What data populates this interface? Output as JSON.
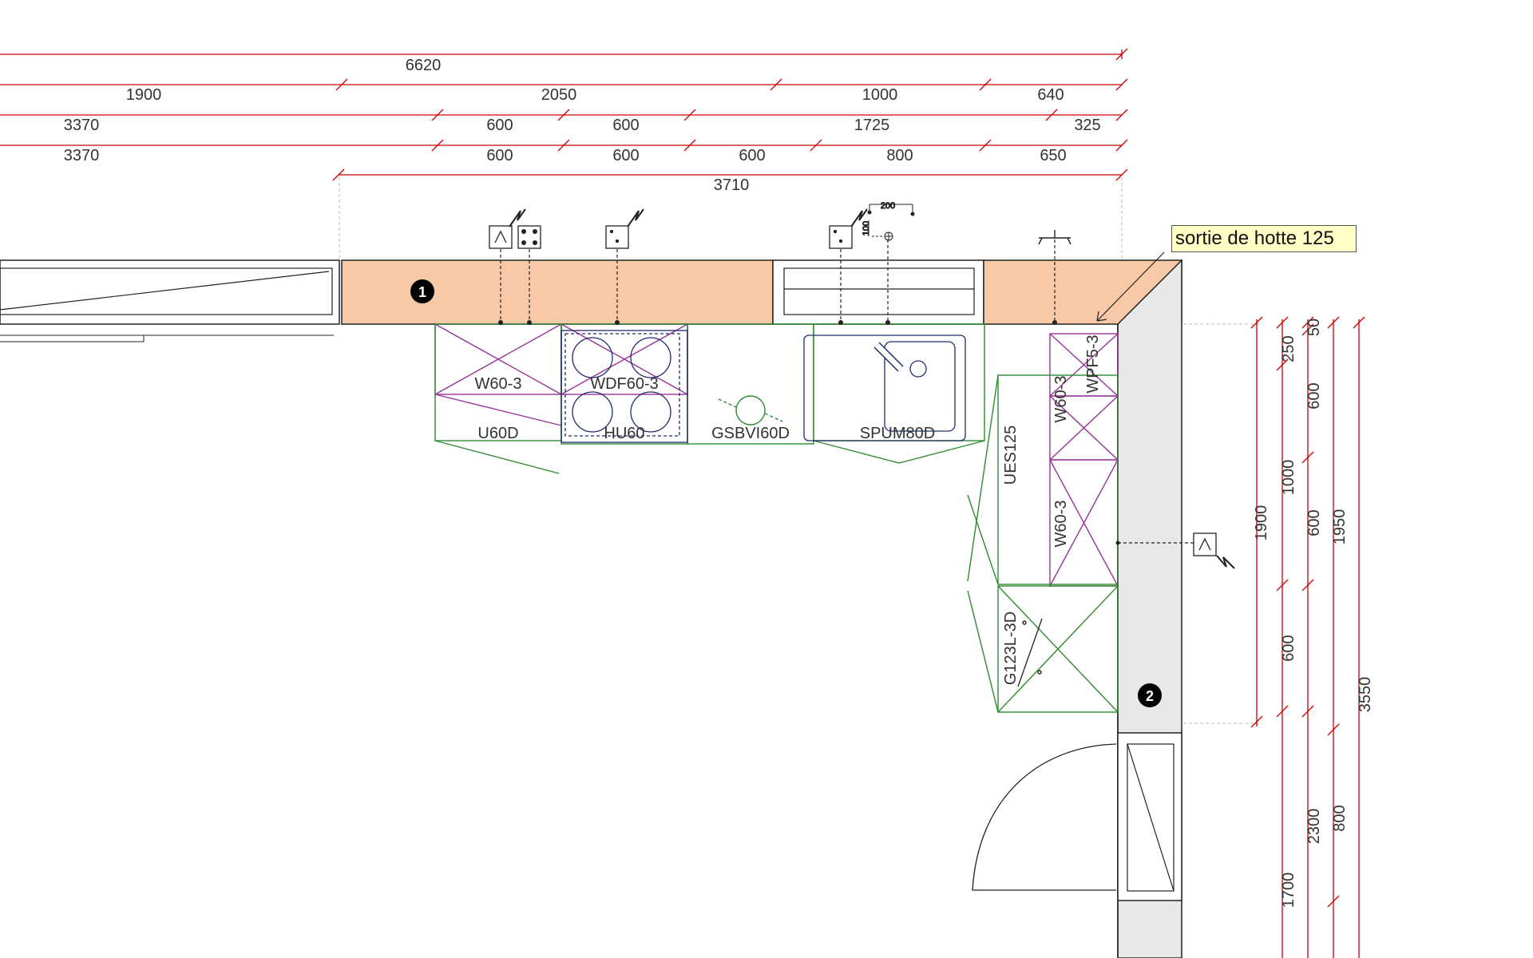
{
  "colors": {
    "dimension": "#cc0000",
    "worktop": "#f8c9a7",
    "wall_gray": "#e8e8e8",
    "wall_units": "#993399",
    "base_units": "#2e8b2e",
    "appliance": "#1f2a70",
    "outline": "#222222",
    "callout_bg": "#ffffc6"
  },
  "dimensions_top": {
    "row1": [
      "6620"
    ],
    "row2": [
      "1900",
      "2050",
      "1000",
      "640"
    ],
    "row3": [
      "3370",
      "600",
      "600",
      "1725",
      "325"
    ],
    "row4": [
      "3370",
      "600",
      "600",
      "600",
      "800",
      "650"
    ],
    "row5": [
      "3710"
    ]
  },
  "dimensions_right": {
    "col1": [
      "1900"
    ],
    "col2": [
      "250",
      "1000",
      "600",
      "2300",
      "1700"
    ],
    "col3": [
      "50",
      "600",
      "600"
    ],
    "col4": [
      "1950",
      "800"
    ],
    "col5": [
      "3550"
    ]
  },
  "wall_run_labels": {
    "wall_units": [
      "W60-3",
      "WDF60-3"
    ],
    "base_units": [
      "U60D",
      "HU60",
      "GSBVI60D",
      "SPUM80D"
    ]
  },
  "side_run_labels": [
    "WPF5-3",
    "W60-3",
    "W60-3",
    "UES125",
    "G123L-3D"
  ],
  "small_dims": {
    "d200": "200",
    "d100": "100"
  },
  "markers": [
    "1",
    "2"
  ],
  "callout": {
    "text": "sortie de hotte 125"
  },
  "icons": [
    "power-socket-icon",
    "lightning-icon",
    "water-tap-icon"
  ]
}
